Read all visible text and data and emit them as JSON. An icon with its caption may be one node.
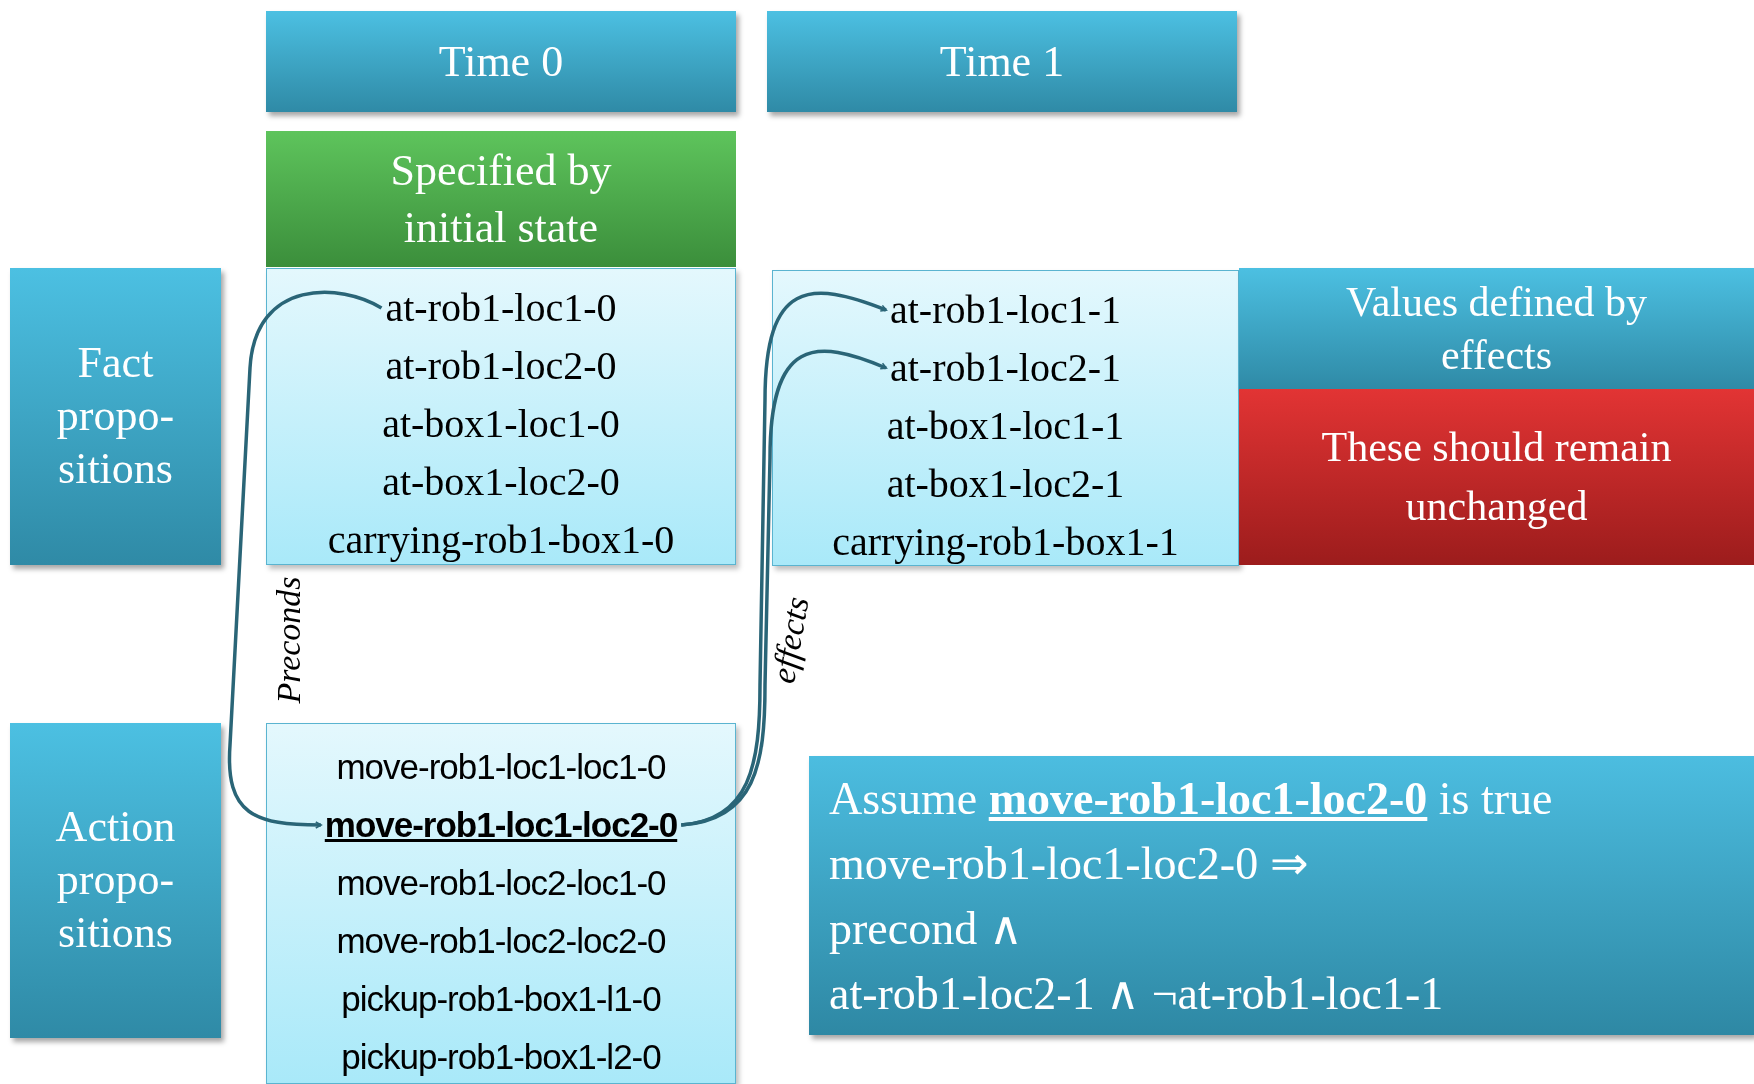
{
  "diagram": {
    "nodes": [
      {
        "text": [
          "Time 0"
        ]
      },
      {
        "text": [
          "Time 1"
        ]
      },
      {
        "text": [
          "Specified by initial state"
        ]
      },
      {
        "text": [
          "Fact propo- sitions"
        ]
      },
      {
        "text": [],
        "shape": "box"
      },
      {
        "text": [
          "at-rob1-loc1-0"
        ],
        "in": 4
      },
      {
        "text": [
          "at-rob1-loc2-0"
        ],
        "in": 4
      },
      {
        "text": [
          "at-box1-loc1-0"
        ],
        "in": 4
      },
      {
        "text": [
          "at-box1-loc2-0"
        ],
        "in": 4
      },
      {
        "text": [
          "carrying-rob1-box1-0"
        ],
        "in": 4
      },
      {
        "text": [],
        "shape": "box"
      },
      {
        "text": [
          "at-rob1-loc1-1"
        ],
        "in": 10
      },
      {
        "text": [
          "at-rob1-loc2-1"
        ],
        "in": 10
      },
      {
        "text": [
          "at-box1-loc1-1"
        ],
        "in": 10
      },
      {
        "text": [
          "at-box1-loc2-1"
        ],
        "in": 10
      },
      {
        "text": [
          "carrying-rob1-box1-1"
        ],
        "in": 10
      },
      {
        "text": [
          "Values defined by effects"
        ]
      },
      {
        "text": [
          "These should remain unchanged"
        ]
      },
      {
        "text": [
          "Action propo- sitions"
        ]
      },
      {
        "text": [],
        "shape": "box"
      },
      {
        "text": [
          "move-rob1-loc1-loc1-0"
        ],
        "in": 19
      },
      {
        "text": [
          "move-rob1-loc1-loc2-0"
        ],
        "in": 19
      },
      {
        "text": [
          "move-rob1-loc2-loc1-0"
        ],
        "in": 19
      },
      {
        "text": [
          "move-rob1-loc2-loc2-0"
        ],
        "in": 19
      },
      {
        "text": [
          "pickup-rob1-box1-l1-0"
        ],
        "in": 19
      },
      {
        "text": [
          "pickup-rob1-box1-l2-0"
        ],
        "in": 19
      },
      {
        "text": [
          "Assume **move-rob1-loc1-loc2-0** is true",
          "move-rob1-loc1-loc2-0 ⇒",
          "precond ∧",
          "at-rob1-loc2-1 ∧ ¬at-rob1-loc1-1"
        ]
      }
    ],
    "edges": [
      {
        "from": 5,
        "to": 21,
        "arrow": "to",
        "label": "Preconds"
      },
      {
        "from": 21,
        "to": 11,
        "arrow": "to",
        "label": "effects"
      },
      {
        "from": 21,
        "to": 12,
        "arrow": "to"
      }
    ]
  }
}
